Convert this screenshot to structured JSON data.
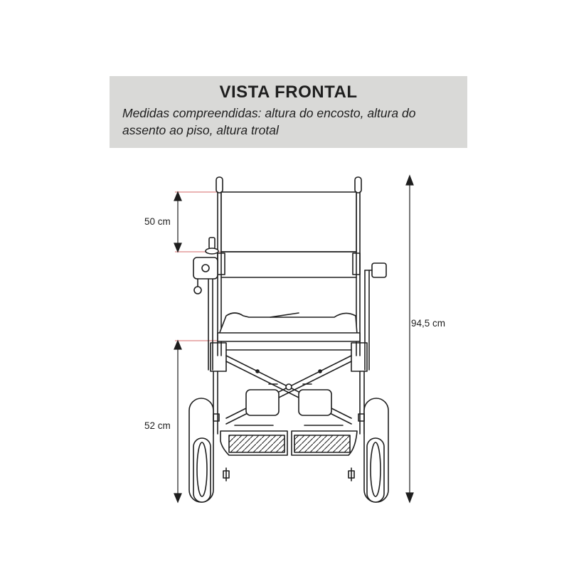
{
  "header": {
    "title": "VISTA FRONTAL",
    "subtitle": "Medidas compreendidas: altura do encosto, altura do assento ao piso, altura trotal"
  },
  "dimensions": {
    "backrest_height": "50 cm",
    "seat_height": "52 cm",
    "total_height": "94,5 cm"
  },
  "colors": {
    "header_bg": "#d9d9d7",
    "line": "#1e1e1e",
    "guide": "#d46a6a"
  }
}
